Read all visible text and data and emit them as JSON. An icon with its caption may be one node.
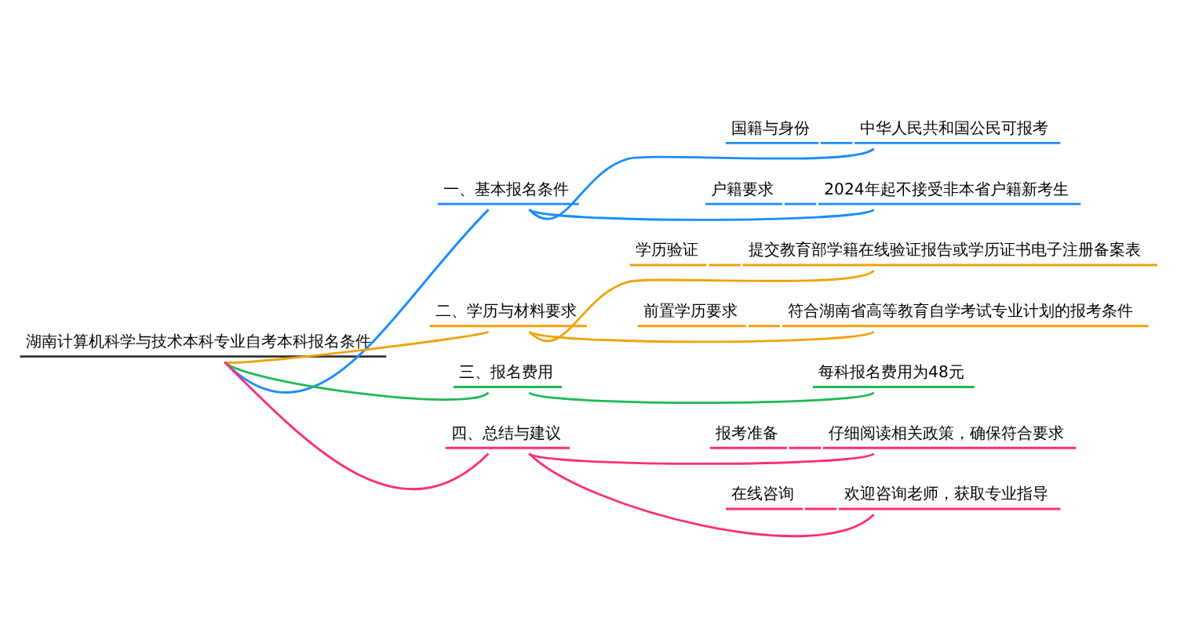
{
  "diagram": {
    "nodes": [
      {
        "text": [
          "湖南计算机科学与技术本科专业自考本科报名条件"
        ]
      },
      {
        "text": [
          "一、基本报名条件"
        ]
      },
      {
        "text": [
          "国籍与身份",
          "中华人民共和国公民可报考"
        ]
      },
      {
        "text": [
          "户籍要求",
          "2024年起不接受非本省户籍新考生"
        ]
      },
      {
        "text": [
          "二、学历与材料要求"
        ]
      },
      {
        "text": [
          "学历验证",
          "提交教育部学籍在线验证报告或学历证书电子注册备案表"
        ]
      },
      {
        "text": [
          "前置学历要求",
          "符合湖南省高等教育自学考试专业计划的报考条件"
        ]
      },
      {
        "text": [
          "三、报名费用"
        ]
      },
      {
        "text": [
          "每科报名费用为48元"
        ]
      },
      {
        "text": [
          "四、总结与建议"
        ]
      },
      {
        "text": [
          "报考准备",
          "仔细阅读相关政策，确保符合要求"
        ]
      },
      {
        "text": [
          "在线咨询",
          "欢迎咨询老师，获取专业指导"
        ]
      }
    ],
    "edges": [
      {
        "from": 0,
        "to": 1,
        "arrow": "none",
        "color": "#1a8cff"
      },
      {
        "from": 1,
        "to": 2,
        "arrow": "none",
        "color": "#1a8cff"
      },
      {
        "from": 1,
        "to": 3,
        "arrow": "none",
        "color": "#1a8cff"
      },
      {
        "from": 0,
        "to": 4,
        "arrow": "none",
        "color": "#f0a30a"
      },
      {
        "from": 4,
        "to": 5,
        "arrow": "none",
        "color": "#f0a30a"
      },
      {
        "from": 4,
        "to": 6,
        "arrow": "none",
        "color": "#f0a30a"
      },
      {
        "from": 0,
        "to": 7,
        "arrow": "none",
        "color": "#1db954"
      },
      {
        "from": 7,
        "to": 8,
        "arrow": "none",
        "color": "#1db954"
      },
      {
        "from": 0,
        "to": 9,
        "arrow": "none",
        "color": "#ff2d7a"
      },
      {
        "from": 9,
        "to": 10,
        "arrow": "none",
        "color": "#ff2d7a"
      },
      {
        "from": 9,
        "to": 11,
        "arrow": "none",
        "color": "#ff2d7a"
      }
    ]
  }
}
